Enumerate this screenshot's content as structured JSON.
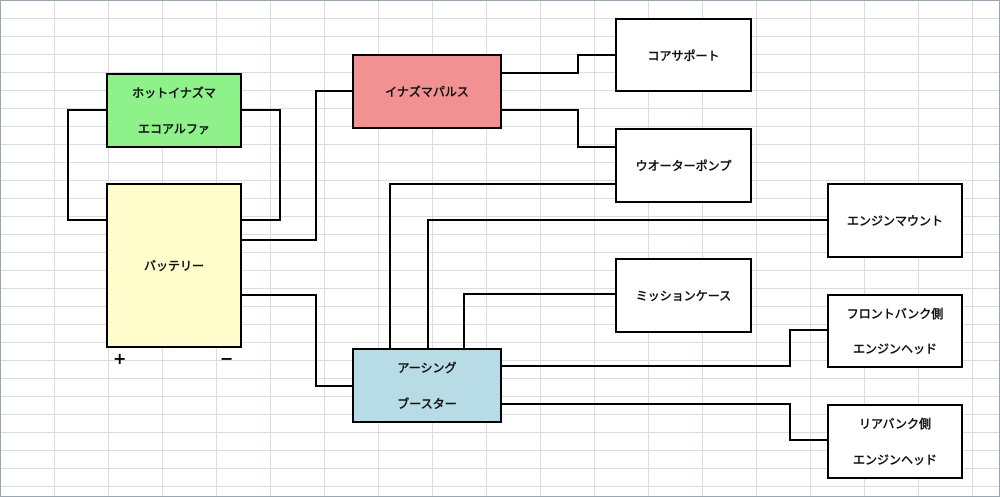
{
  "diagram": {
    "battery": {
      "label": "バッテリー",
      "plus": "+",
      "minus": "−"
    },
    "hot_inazuma": {
      "line1": "ホットイナズマ",
      "line2": "エコアルファ"
    },
    "inazuma_pulse": {
      "label": "イナズマパルス"
    },
    "earthing_booster": {
      "line1": "アーシング",
      "line2": "ブースター"
    },
    "core_support": {
      "label": "コアサポート"
    },
    "water_pump": {
      "label": "ウオーターポンプ"
    },
    "engine_mount": {
      "label": "エンジンマウント"
    },
    "mission_case": {
      "label": "ミッションケース"
    },
    "front_bank": {
      "line1": "フロントバンク側",
      "line2": "エンジンヘッド"
    },
    "rear_bank": {
      "line1": "リアバンク側",
      "line2": "エンジンヘッド"
    }
  }
}
